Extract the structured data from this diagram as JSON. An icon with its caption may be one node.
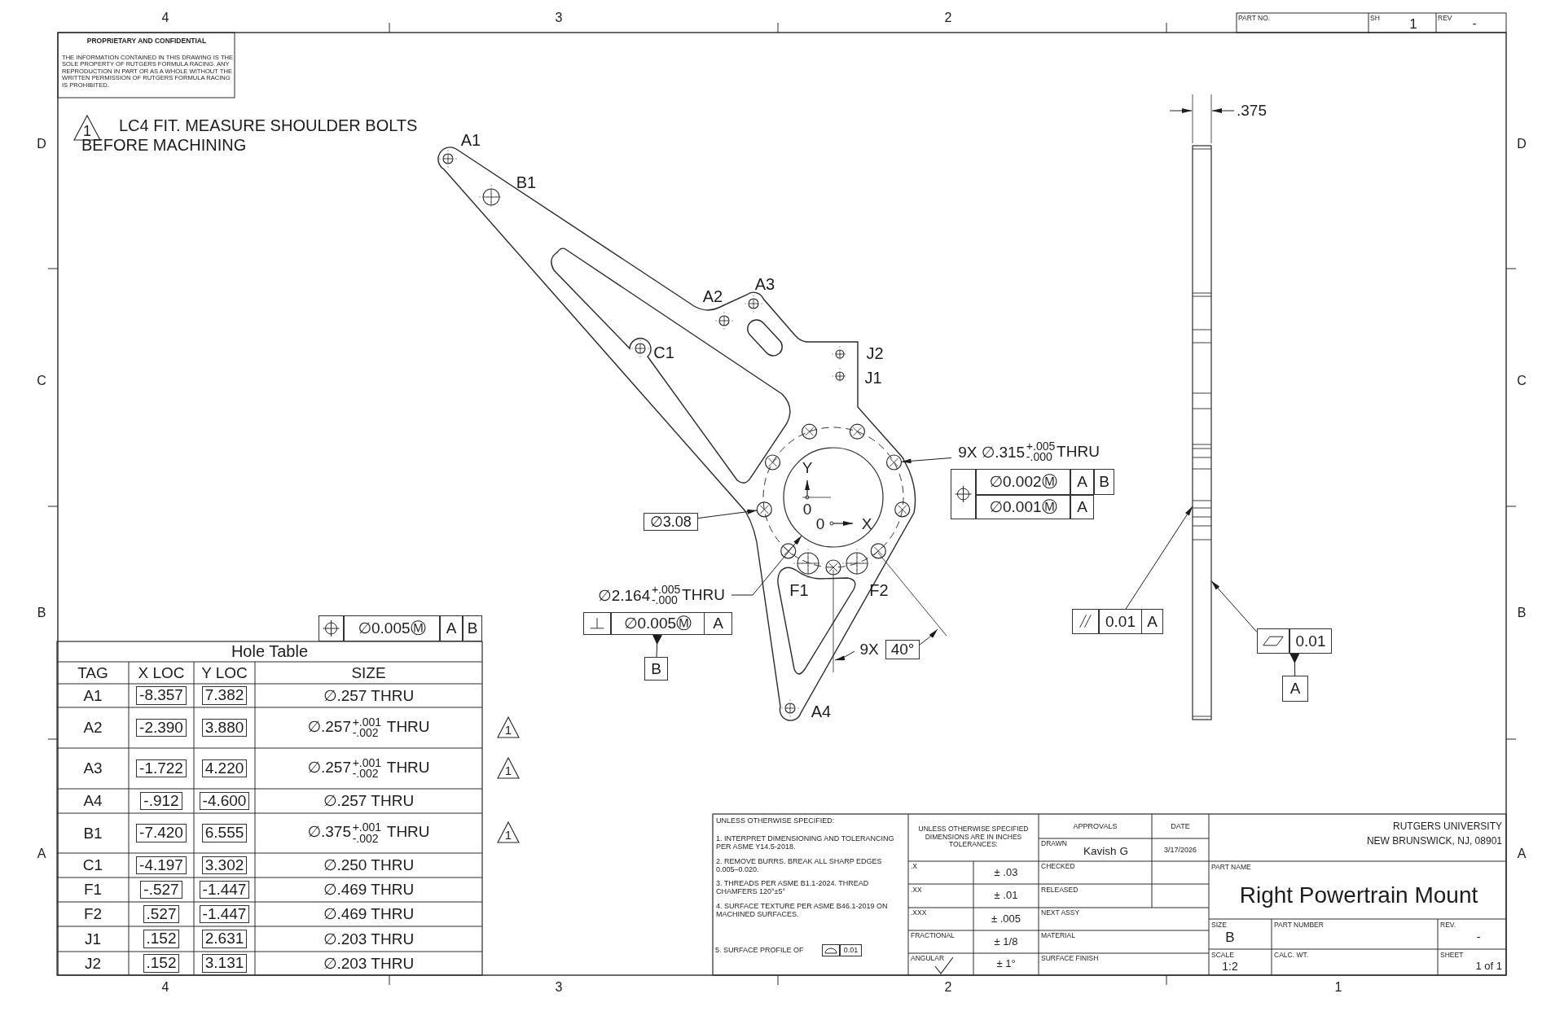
{
  "diagram": {
    "nodes": [
      {
        "text": [],
        "shape": "picture"
      },
      {
        "text": [],
        "shape": "circle",
        "in": 0
      },
      {
        "text": [],
        "shape": "circle",
        "in": 0
      },
      {
        "text": [],
        "shape": "circle",
        "in": 0
      },
      {
        "text": [],
        "shape": "picture"
      },
      {
        "text": [
          "∅3.08"
        ]
      },
      {
        "text": [
          "∅2.164$^{+.005}$$_{-.000}$ THRU"
        ]
      },
      {
        "text": [
          "∅0.005Ⓜ",
          "A"
        ]
      },
      {
        "text": [
          "B"
        ]
      },
      {
        "text": [
          "9X ∅.315$^{+.005}$$_{-.000}$ THRU"
        ]
      },
      {
        "text": [
          "0.01",
          "A"
        ]
      },
      {
        "text": [
          "0.01"
        ]
      },
      {
        "text": [
          "A"
        ]
      }
    ],
    "edges": [
      {
        "from": 5,
        "to": 1,
        "arrow": "to"
      },
      {
        "from": 6,
        "to": 2,
        "arrow": "to"
      },
      {
        "from": 8,
        "to": 7,
        "arrow": "other"
      },
      {
        "from": 9,
        "to": 3,
        "arrow": "to"
      },
      {
        "from": 10,
        "to": 4,
        "arrow": "to"
      },
      {
        "from": 11,
        "to": 4,
        "arrow": "to"
      },
      {
        "from": 12,
        "to": 11,
        "arrow": "other"
      }
    ],
    "labels": [
      "4",
      "3",
      "2",
      "PART NO.",
      "SH",
      "1",
      "REV",
      "-",
      "PROPRIETARY AND CONFIDENTIAL",
      "THE INFORMATION CONTAINED IN THIS DRAWING IS THE SOLE PROPERTY OF RUTGERS FORMULA RACING. ANY REPRODUCTION IN PART OR AS A WHOLE WITHOUT THE WRITTEN PERMISSION OF RUTGERS FORMULA RACING IS PROHIBITED.",
      "D",
      "D",
      "1",
      "LC4 FIT. MEASURE SHOULDER BOLTS BEFORE MACHINING",
      "A1",
      "B1",
      ".375",
      "A3",
      "A2",
      "C1",
      "J2",
      "C",
      "J1",
      "C",
      "Y",
      "0",
      "0",
      "X",
      "∅0.002Ⓜ",
      "A",
      "B",
      "∅0.001Ⓜ",
      "A",
      "F1",
      "F2",
      "B",
      "B",
      "∅0.005Ⓜ",
      "A",
      "B",
      "Hole Table",
      "9X",
      "40°",
      "TAG",
      "X LOC",
      "Y LOC",
      "SIZE",
      "A1",
      "-8.357",
      "7.382",
      "∅.257 THRU",
      "A2",
      "-2.390",
      "3.880",
      "∅.257$^{+.001}$$_{-.002}$ THRU",
      "A3",
      "-1.722",
      "4.220",
      "∅.257$^{+.001}$$_{-.002}$ THRU",
      "A4",
      "-.912",
      "-4.600",
      "∅.257 THRU",
      "B1",
      "-7.420",
      "6.555",
      "∅.375$^{+.001}$$_{-.002}$ THRU",
      "C1",
      "-4.197",
      "3.302",
      "∅.250 THRU",
      "F1",
      "-.527",
      "-1.447",
      "∅.469 THRU",
      "F2",
      ".527",
      "-1.447",
      "∅.469 THRU",
      "J1",
      ".152",
      "2.631",
      "∅.203 THRU",
      "J2",
      ".152",
      "3.131",
      "∅.203 THRU",
      "1",
      "1",
      "1",
      "A4",
      "A",
      "A",
      "UNLESS OTHERWISE SPECIFIED:",
      "1. INTERPRET DIMENSIONING AND TOLERANCING PER ASME Y14.5-2018.",
      "2. REMOVE BURRS. BREAK ALL SHARP EDGES 0.005–0.020.",
      "3. THREADS PER ASME B1.1-2024. THREAD CHAMFERS 120°±5°",
      "4. SURFACE TEXTURE PER ASME B46.1-2019 ON MACHINED SURFACES.",
      "5. SURFACE PROFILE OF",
      "0.01",
      "UNLESS OTHERWISE SPECIFIED DIMENSIONS ARE IN INCHES TOLERANCES:",
      ".X",
      "± .03",
      ".XX",
      "± .01",
      ".XXX",
      "± .005",
      "FRACTIONAL",
      "± 1/8",
      "ANGULAR",
      "± 1°",
      "APPROVALS",
      "DATE",
      "DRAWN",
      "Kavish G",
      "3/17/2026",
      "CHECKED",
      "RELEASED",
      "NEXT ASSY",
      "MATERIAL",
      "SURFACE FINISH",
      "RUTGERS UNIVERSITY",
      "NEW BRUNSWICK, NJ, 08901",
      "PART NAME",
      "Right Powertrain Mount",
      "SIZE",
      "B",
      "PART NUMBER",
      "REV.",
      "-",
      "SCALE",
      "1:2",
      "CALC. WT.",
      "SHEET",
      "1 of 1",
      "4",
      "3",
      "2",
      "1"
    ]
  }
}
